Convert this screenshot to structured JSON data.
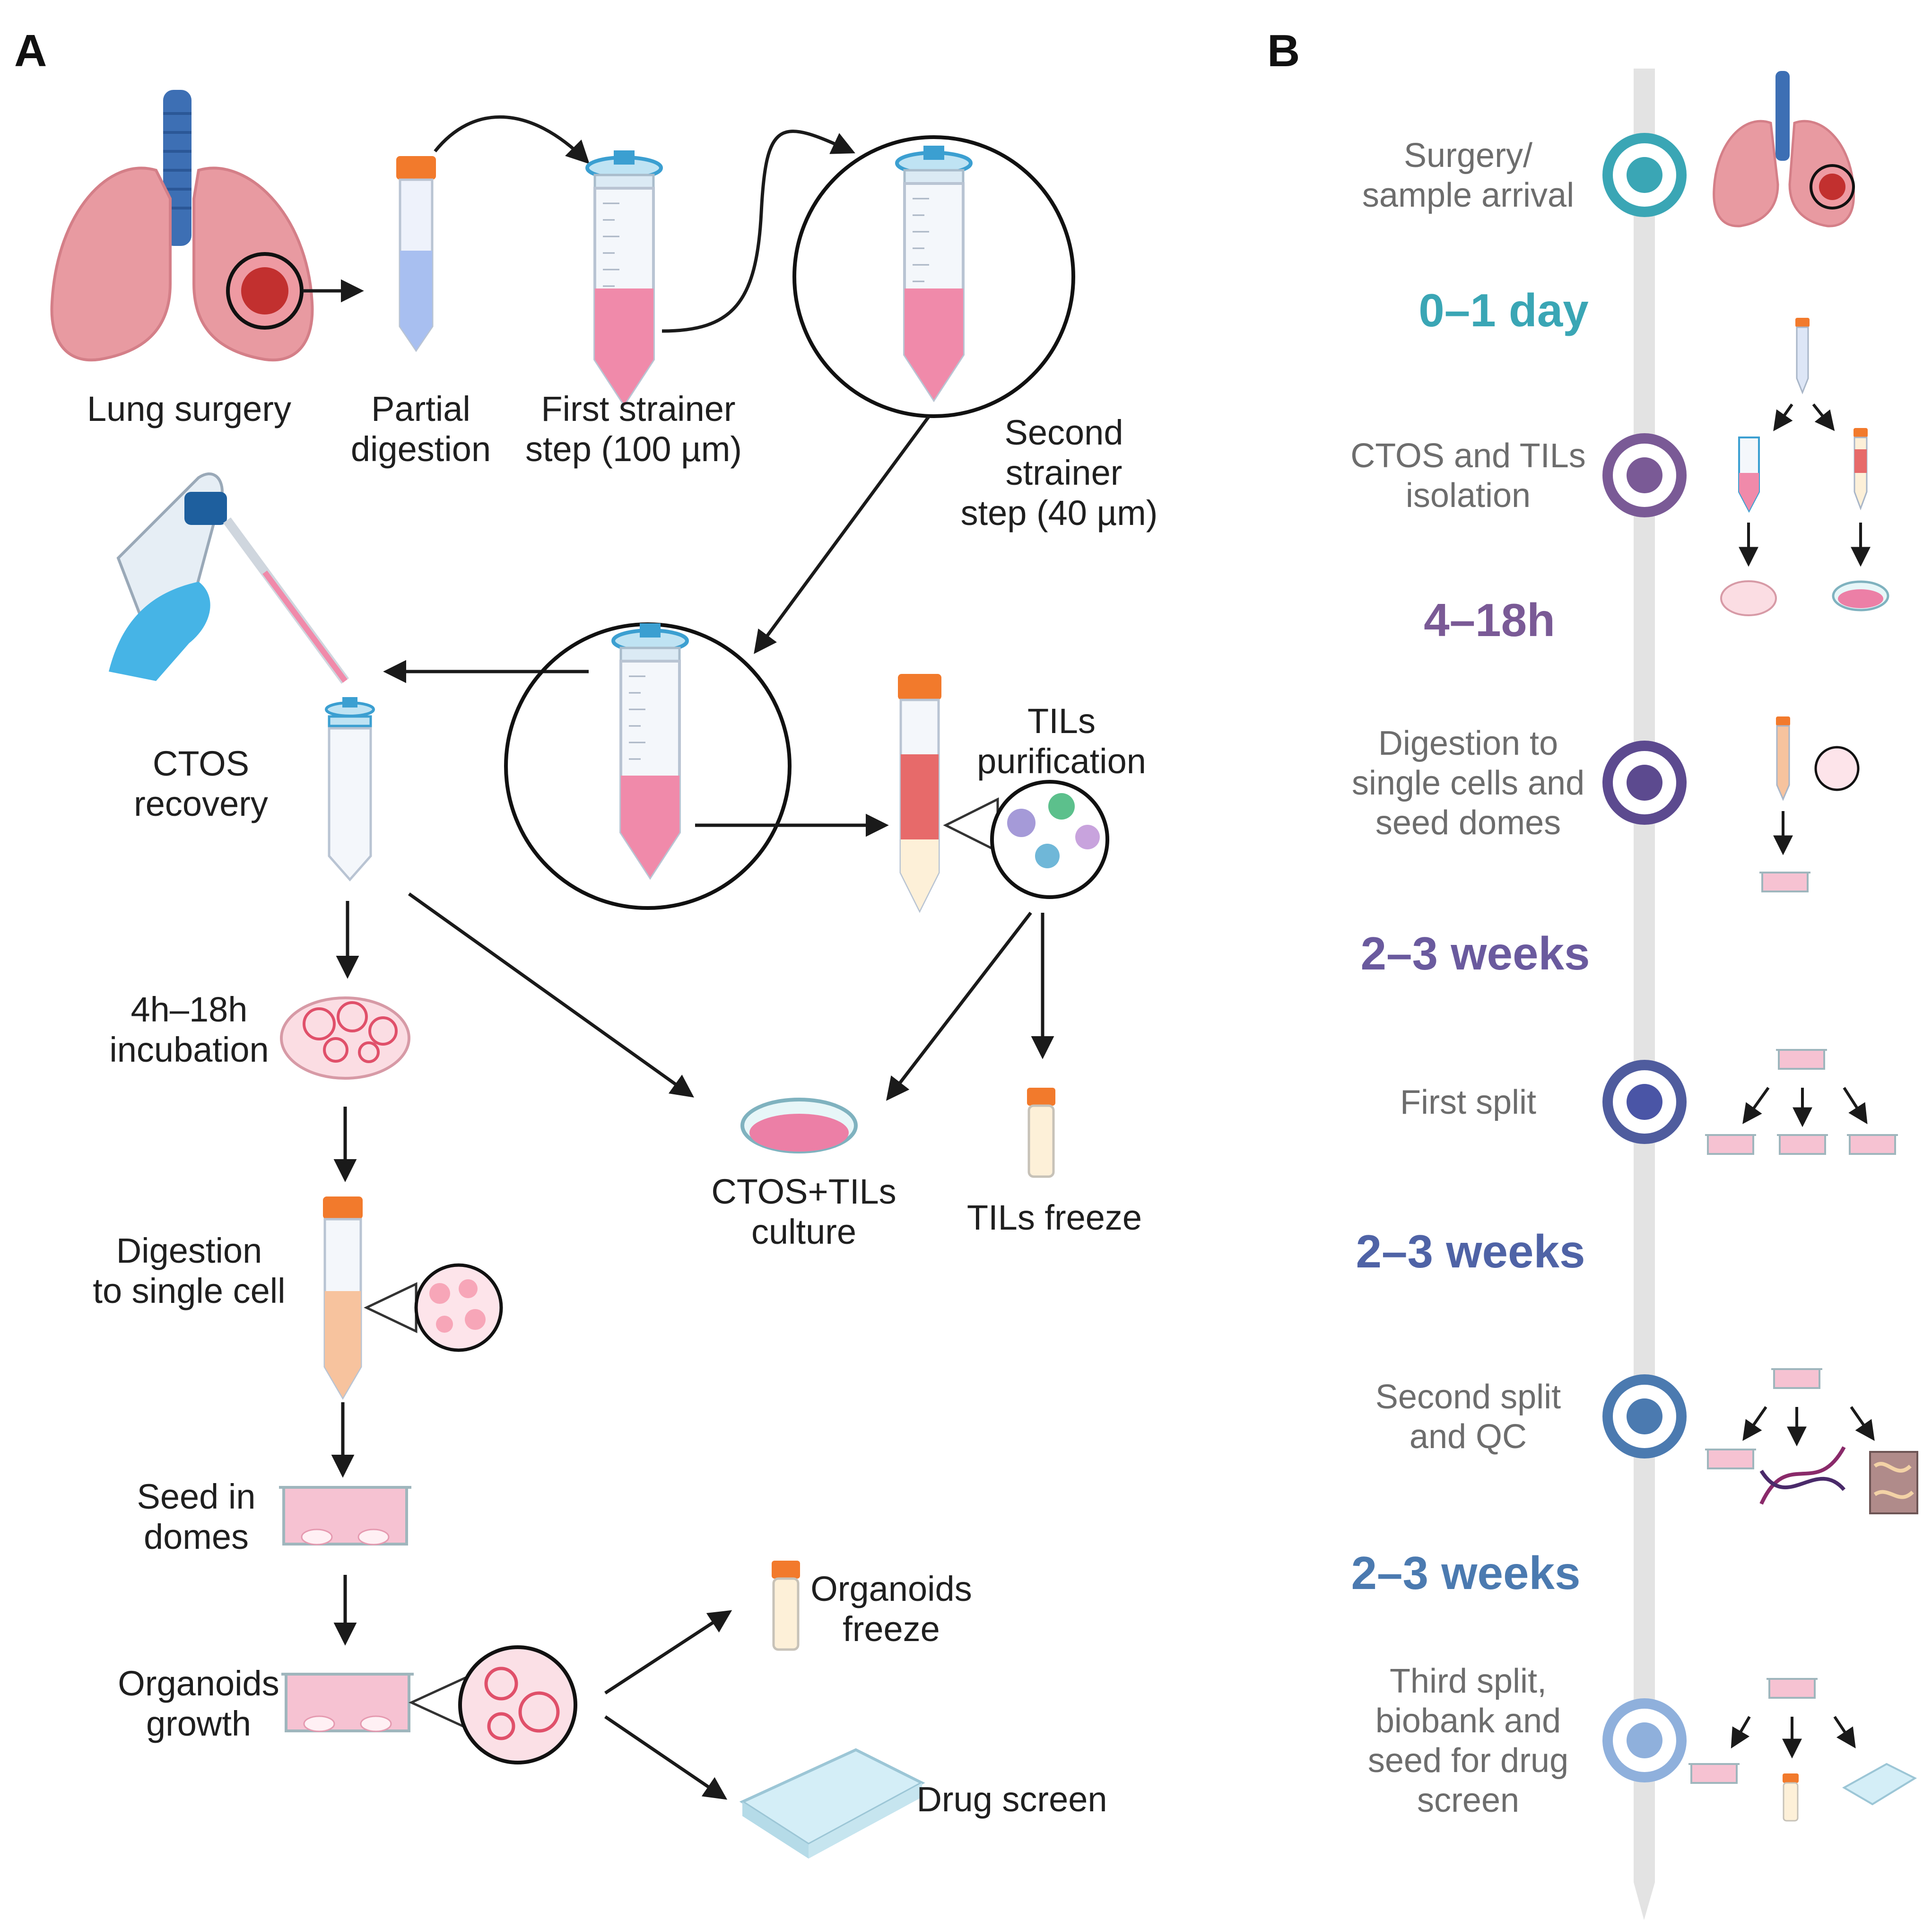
{
  "panels": {
    "a": "A",
    "b": "B"
  },
  "panel_a": {
    "lung_surgery": "Lung surgery",
    "partial_digestion": [
      "Partial",
      "digestion"
    ],
    "first_strainer": [
      "First strainer",
      "step (100 µm)"
    ],
    "second_strainer": [
      "Second",
      "strainer",
      "step (40 µm)"
    ],
    "ctos_recovery": [
      "CTOS",
      "recovery"
    ],
    "tils_purification": [
      "TILs",
      "purification"
    ],
    "incubation": [
      "4h–18h",
      "incubation"
    ],
    "ctos_tils_culture": [
      "CTOS+TILs",
      "culture"
    ],
    "tils_freeze": "TILs freeze",
    "digestion_single_cell": [
      "Digestion",
      "to single cell"
    ],
    "seed_domes": [
      "Seed in",
      "domes"
    ],
    "organoids_growth": [
      "Organoids",
      "growth"
    ],
    "organoids_freeze": [
      "Organoids",
      "freeze"
    ],
    "drug_screen": "Drug screen"
  },
  "panel_b": {
    "steps": [
      {
        "label": [
          "Surgery/",
          "sample arrival"
        ],
        "color": "#3aa6b5",
        "center_color": "#3aa6b5"
      },
      {
        "label": [
          "CTOS and TILs",
          "isolation"
        ],
        "color": "#7a5a96",
        "center_color": "#7a5a96"
      },
      {
        "label": [
          "Digestion to",
          "single cells and",
          "seed domes"
        ],
        "color": "#5c4a8f",
        "center_color": "#5c4a8f"
      },
      {
        "label": [
          "First split"
        ],
        "color": "#4f5c9e",
        "center_color": "#4a55a6"
      },
      {
        "label": [
          "Second split",
          "and QC"
        ],
        "color": "#4b7ab0",
        "center_color": "#4b7ab0"
      },
      {
        "label": [
          "Third split,",
          "biobank and",
          "seed for drug",
          "screen"
        ],
        "color": "#8fb0dc",
        "center_color": "#8fb0dc"
      }
    ],
    "durations": [
      {
        "text": "0–1 day",
        "color": "#3aa6b5"
      },
      {
        "text": "4–18h",
        "color": "#7a5a96"
      },
      {
        "text": "2–3 weeks",
        "color": "#6a5a9e"
      },
      {
        "text": "2–3 weeks",
        "color": "#4f63a6"
      },
      {
        "text": "2–3 weeks",
        "color": "#4b7ab0"
      }
    ]
  },
  "colors": {
    "lung": "#e89aa1",
    "lung_dark": "#d47f88",
    "trachea": "#3d6fb4",
    "tumor": "#c2302f",
    "tube_cap": "#f27a2c",
    "strainer": "#3b9fd1",
    "pink_liquid": "#f08aaa",
    "timeline": "#e3e3e3"
  }
}
